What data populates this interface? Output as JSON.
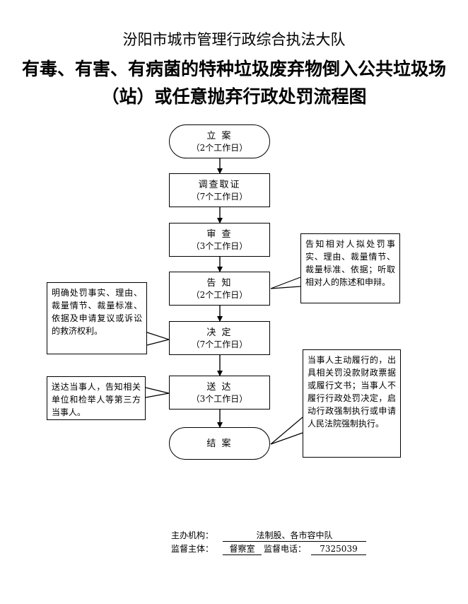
{
  "title": {
    "line1": "汾阳市城市管理行政综合执法大队",
    "line2": "有毒、有害、有病菌的特种垃圾废弃物倒入公共垃圾场",
    "line3": "（站）或任意抛弃行政处罚流程图"
  },
  "steps": [
    {
      "name": "立  案",
      "days": "（2个工作日）"
    },
    {
      "name": "调查取证",
      "days": "（7个工作日）"
    },
    {
      "name": "审  查",
      "days": "（3个工作日）"
    },
    {
      "name": "告  知",
      "days": "（2个工作日）"
    },
    {
      "name": "决  定",
      "days": "（7个工作日）"
    },
    {
      "name": "送  达",
      "days": "（3个工作日）"
    },
    {
      "name": "结  案",
      "days": ""
    }
  ],
  "notes": {
    "inform": "告知相对人拟处罚事实、理由、裁量情节、裁量标准、依据；听取相对人的陈述和申辩。",
    "decide": "明确处罚事实、理由、裁量情节、裁量标准、依据及申请复议或诉讼的救济权利。",
    "deliver": "送达当事人，告知相关单位和检举人等第三方当事人。",
    "close": "当事人主动履行的，出具相关罚没款财政票据或履行文书；当事人不履行行政处罚决定，启动行政强制执行或申请人民法院强制执行。"
  },
  "footer": {
    "org_label": "主办机构：",
    "org_value": "法制股、各市容中队",
    "supervisor_label": "监督主体：",
    "supervisor_value": "督察室",
    "phone_label": "监督电话：",
    "phone_value": "7325039"
  }
}
